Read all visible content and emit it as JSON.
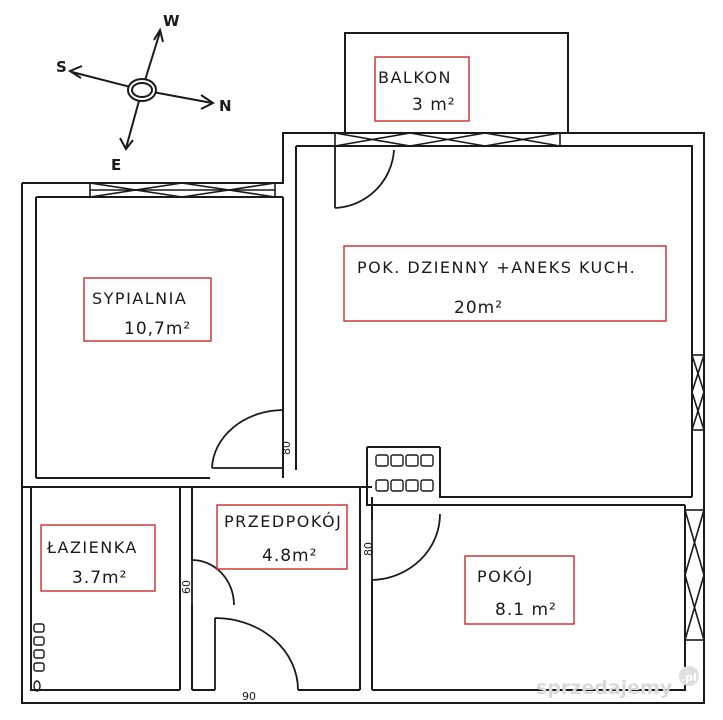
{
  "rooms": {
    "balkon": {
      "name": "BALKON",
      "area": "3 m²"
    },
    "living": {
      "name": "POK. DZIENNY  +ANEKS KUCH.",
      "area": "20m²"
    },
    "bedroom": {
      "name": "SYPIALNIA",
      "area": "10,7m²"
    },
    "bathroom": {
      "name": "ŁAZIENKA",
      "area": "3.7m²"
    },
    "hallway": {
      "name": "PRZEDPOKÓJ",
      "area": "4.8m²"
    },
    "room": {
      "name": "POKÓJ",
      "area": "8.1 m²"
    }
  },
  "door_widths": {
    "bedroom": "80",
    "hallway": "80",
    "bathroom": "60",
    "entrance": "90"
  },
  "compass": {
    "north": "N",
    "south": "S",
    "east": "E",
    "west": "W"
  },
  "watermark": {
    "text": "sprzedajemy",
    "suffix": ".pl"
  },
  "colors": {
    "label_box": "#cc2b2b",
    "ink": "#1a1a1a",
    "watermark": "#d9d9d9"
  }
}
